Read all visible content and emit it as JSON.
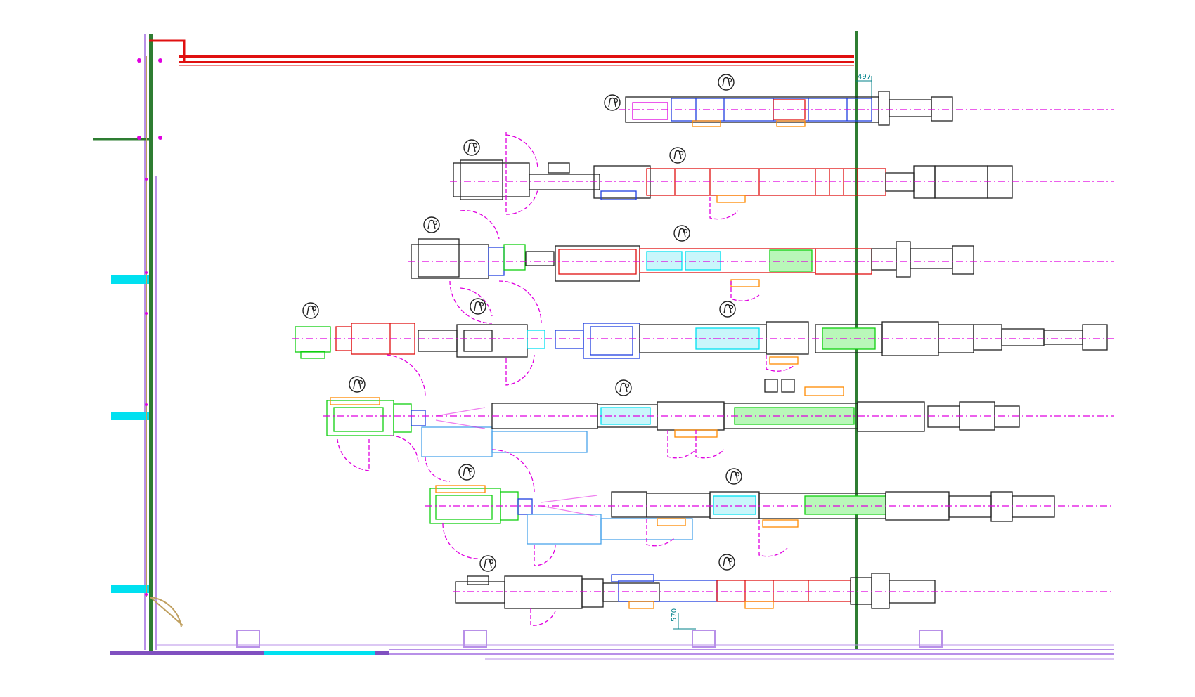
{
  "dimensions": [
    {
      "id": "top",
      "text": "497"
    },
    {
      "id": "bottom",
      "text": "570"
    }
  ],
  "colors": {
    "magenta": "#e000e0",
    "red": "#e01010",
    "blue": "#1f3fe0",
    "cyan": "#00e0f0",
    "green": "#10d010",
    "orange": "#ff8a00",
    "lightblue": "#4aa3ea",
    "wall_green": "#2e7d32",
    "wall_purple": "#b890e8",
    "dark_purple": "#8050c0",
    "door_tan": "#c0a060",
    "dim_teal": "#00808a",
    "line_black": "#222222"
  },
  "icons": [
    "operator-icon",
    "door-swing-icon"
  ]
}
